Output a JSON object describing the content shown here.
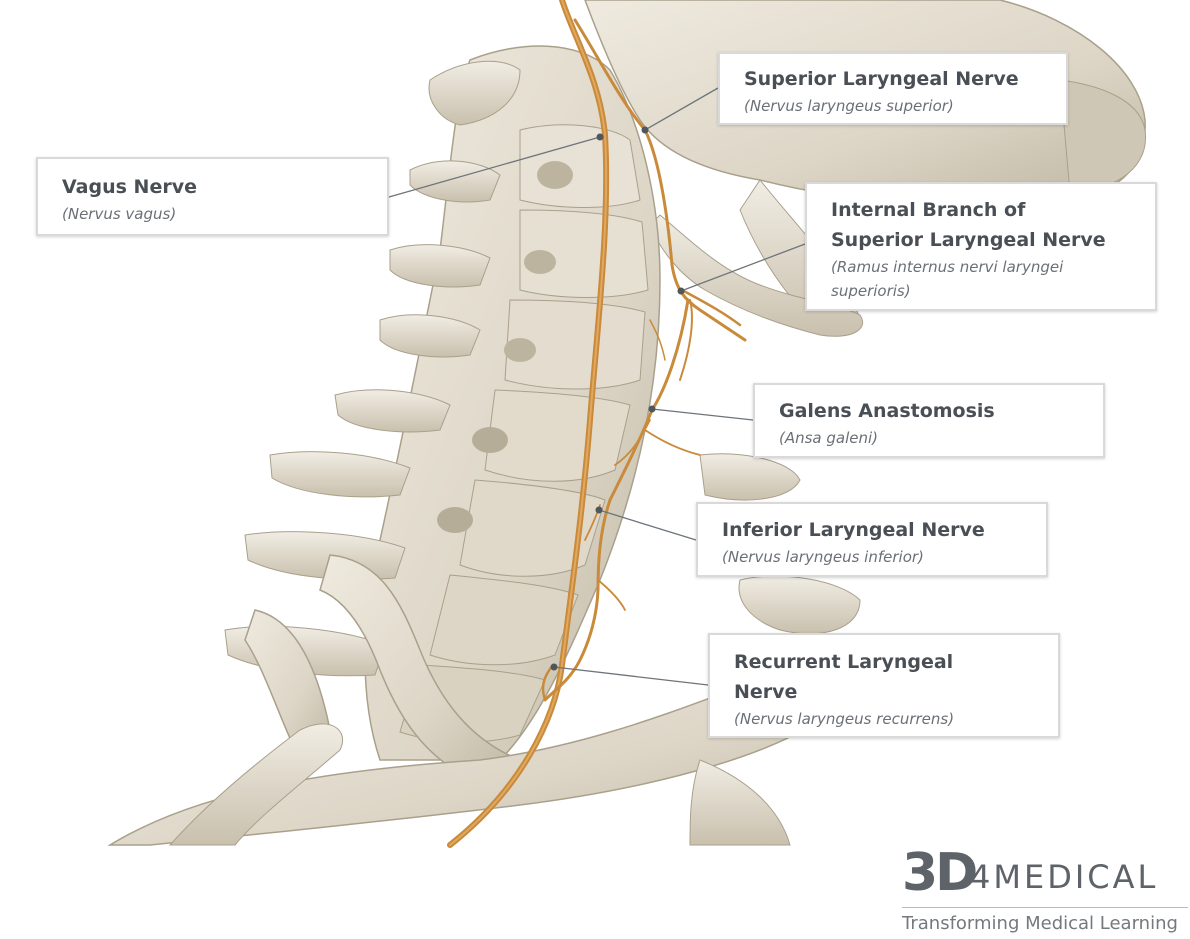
{
  "labels": {
    "superior": {
      "title": "Superior Laryngeal Nerve",
      "latin": "(Nervus laryngeus superior)"
    },
    "vagus": {
      "title": "Vagus Nerve",
      "latin": "(Nervus vagus)"
    },
    "internal": {
      "title_line1": "Internal Branch of",
      "title_line2": "Superior Laryngeal Nerve",
      "latin_line1": "(Ramus internus nervi laryngei",
      "latin_line2": "superioris)"
    },
    "galen": {
      "title": "Galens Anastomosis",
      "latin": "(Ansa galeni)"
    },
    "inferior": {
      "title": "Inferior Laryngeal Nerve",
      "latin": "(Nervus laryngeus inferior)"
    },
    "recurrent": {
      "title_line1": "Recurrent Laryngeal",
      "title_line2": "Nerve",
      "latin": "(Nervus laryngeus recurrens)"
    }
  },
  "logo": {
    "mark": "3D",
    "word": "4MEDICAL",
    "tagline": "Transforming Medical Learning"
  },
  "colors": {
    "bone": "#ddd6c7",
    "bone_shadow": "#a9a08c",
    "nerve": "#c98a3a",
    "leader": "#6d747a",
    "label_text": "#4a4f55"
  }
}
